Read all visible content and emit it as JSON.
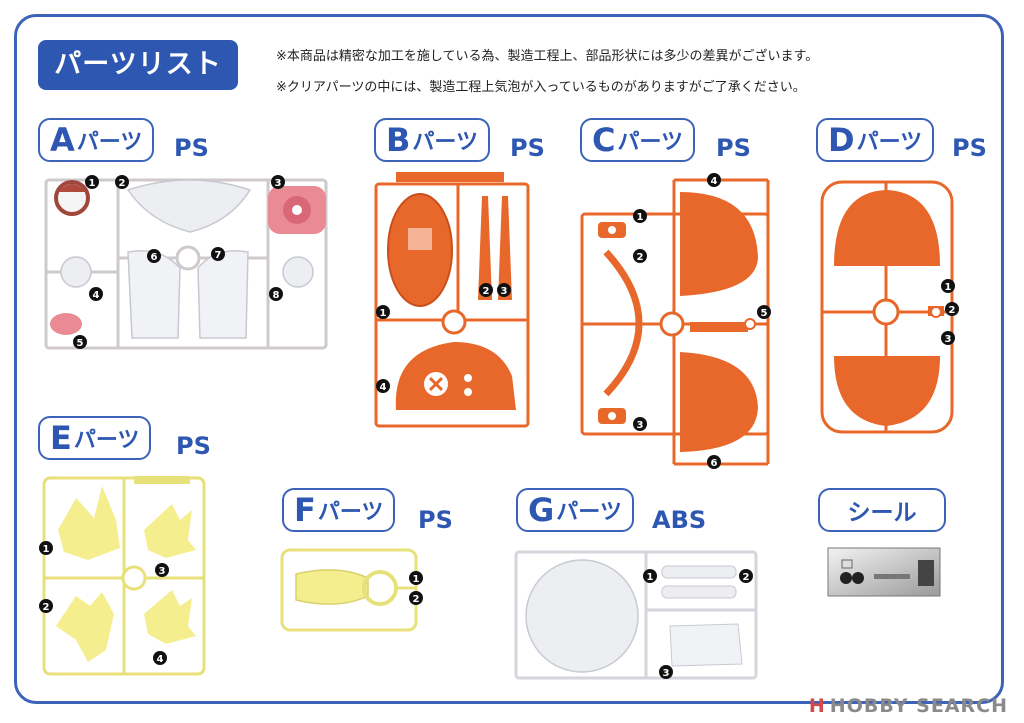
{
  "title": "パーツリスト",
  "notes": [
    "※本商品は精密な加工を施している為、製造工程上、部品形状には多少の差異がございます。",
    "※クリアパーツの中には、製造工程上気泡が入っているものがありますがご了承ください。"
  ],
  "parts": [
    {
      "letter": "A",
      "suffix": "パーツ",
      "material": "PS"
    },
    {
      "letter": "B",
      "suffix": "パーツ",
      "material": "PS"
    },
    {
      "letter": "C",
      "suffix": "パーツ",
      "material": "PS"
    },
    {
      "letter": "D",
      "suffix": "パーツ",
      "material": "PS"
    },
    {
      "letter": "E",
      "suffix": "パーツ",
      "material": "PS"
    },
    {
      "letter": "F",
      "suffix": "パーツ",
      "material": "PS"
    },
    {
      "letter": "G",
      "suffix": "パーツ",
      "material": "ABS"
    }
  ],
  "seal": {
    "label": "シール"
  },
  "numbers": {
    "n1": "1",
    "n2": "2",
    "n3": "3",
    "n4": "4",
    "n5": "5",
    "n6": "6",
    "n7": "7",
    "n8": "8"
  },
  "footer": {
    "brand": "HOBBY SEARCH",
    "logo": "H"
  },
  "colors": {
    "accent": "#2d57b0",
    "orange": "#e8672a",
    "yellow": "#f5ee8f",
    "pink": "#e98a95",
    "clear": "#eceef2"
  }
}
